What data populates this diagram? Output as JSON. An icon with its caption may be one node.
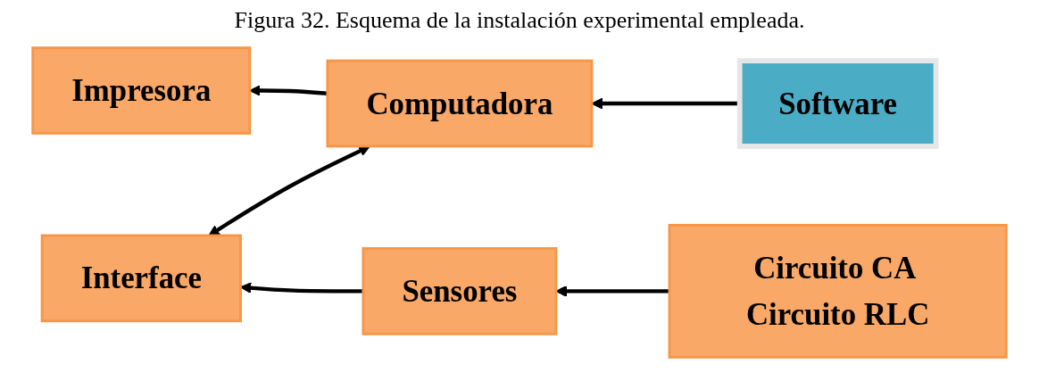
{
  "diagram": {
    "title": "Figura 32. Esquema de la instalación experimental empleada.",
    "nodes": [
      {
        "text": [
          "Software"
        ]
      },
      {
        "text": [
          "Impresora"
        ]
      },
      {
        "text": [
          "Computadora"
        ]
      },
      {
        "text": [
          "Interface"
        ]
      },
      {
        "text": [
          "Sensores"
        ]
      },
      {
        "text": [
          "Circuito CA Circuito RLC"
        ]
      }
    ],
    "edges": [
      {
        "from": 0,
        "to": 2,
        "arrow": "to"
      },
      {
        "from": 2,
        "to": 1,
        "arrow": "to"
      },
      {
        "from": 2,
        "to": 3,
        "arrow": "both"
      },
      {
        "from": 4,
        "to": 3,
        "arrow": "to"
      },
      {
        "from": 5,
        "to": 4,
        "arrow": "to"
      }
    ]
  }
}
